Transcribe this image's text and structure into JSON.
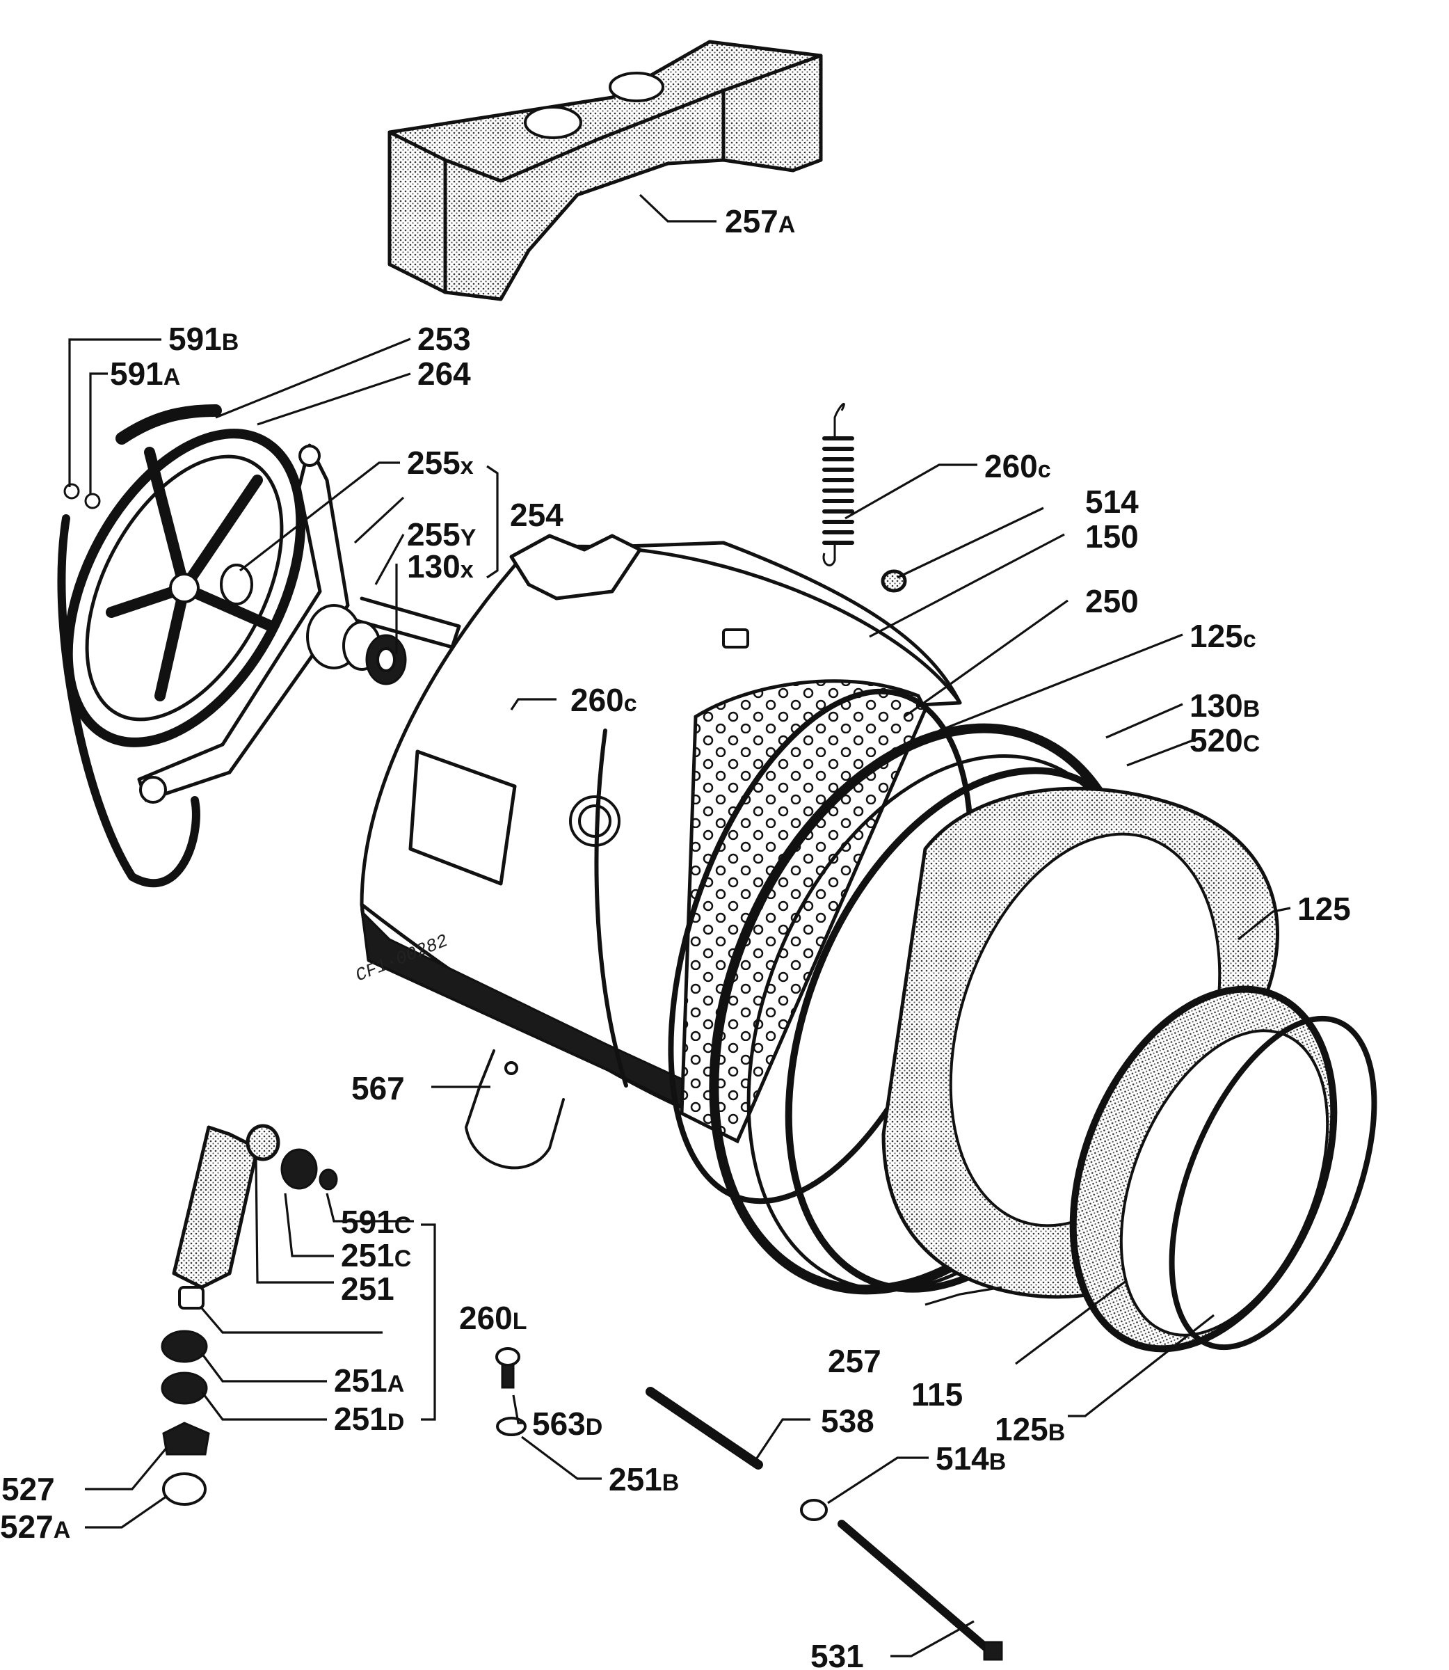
{
  "drawing_code": "CF1·00282",
  "labels": [
    {
      "id": "257A",
      "num": "257",
      "sfx": "A"
    },
    {
      "id": "591B",
      "num": "591",
      "sfx": "B"
    },
    {
      "id": "253",
      "num": "253",
      "sfx": ""
    },
    {
      "id": "591A",
      "num": "591",
      "sfx": "A"
    },
    {
      "id": "264",
      "num": "264",
      "sfx": ""
    },
    {
      "id": "255X",
      "num": "255",
      "sfx": "x"
    },
    {
      "id": "254",
      "num": "254",
      "sfx": ""
    },
    {
      "id": "255Y",
      "num": "255",
      "sfx": "Y"
    },
    {
      "id": "130X",
      "num": "130",
      "sfx": "x"
    },
    {
      "id": "260C-top",
      "num": "260",
      "sfx": "c"
    },
    {
      "id": "514",
      "num": "514",
      "sfx": ""
    },
    {
      "id": "150",
      "num": "150",
      "sfx": ""
    },
    {
      "id": "250",
      "num": "250",
      "sfx": ""
    },
    {
      "id": "125C",
      "num": "125",
      "sfx": "c"
    },
    {
      "id": "260C-mid",
      "num": "260",
      "sfx": "c"
    },
    {
      "id": "130B",
      "num": "130",
      "sfx": "B"
    },
    {
      "id": "520C",
      "num": "520",
      "sfx": "C"
    },
    {
      "id": "125",
      "num": "125",
      "sfx": ""
    },
    {
      "id": "567",
      "num": "567",
      "sfx": ""
    },
    {
      "id": "591C",
      "num": "591",
      "sfx": "C"
    },
    {
      "id": "251C",
      "num": "251",
      "sfx": "C"
    },
    {
      "id": "251",
      "num": "251",
      "sfx": ""
    },
    {
      "id": "260L",
      "num": "260",
      "sfx": "L"
    },
    {
      "id": "257",
      "num": "257",
      "sfx": ""
    },
    {
      "id": "115",
      "num": "115",
      "sfx": ""
    },
    {
      "id": "125B",
      "num": "125",
      "sfx": "B"
    },
    {
      "id": "251A",
      "num": "251",
      "sfx": "A"
    },
    {
      "id": "251D",
      "num": "251",
      "sfx": "D"
    },
    {
      "id": "563D",
      "num": "563",
      "sfx": "D"
    },
    {
      "id": "538",
      "num": "538",
      "sfx": ""
    },
    {
      "id": "514B",
      "num": "514",
      "sfx": "B"
    },
    {
      "id": "251B",
      "num": "251",
      "sfx": "B"
    },
    {
      "id": "527",
      "num": "527",
      "sfx": ""
    },
    {
      "id": "527A",
      "num": "527",
      "sfx": "A"
    },
    {
      "id": "531",
      "num": "531",
      "sfx": ""
    }
  ]
}
